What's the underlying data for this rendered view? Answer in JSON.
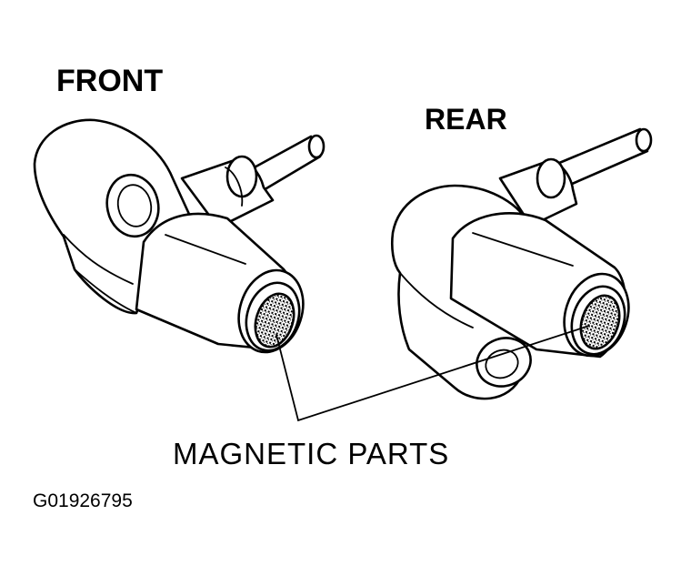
{
  "labels": {
    "front": "FRONT",
    "rear": "REAR",
    "magnetic_parts": "MAGNETIC PARTS",
    "figure_code": "G01926795"
  },
  "colors": {
    "ink": "#000000",
    "paper": "#ffffff"
  }
}
